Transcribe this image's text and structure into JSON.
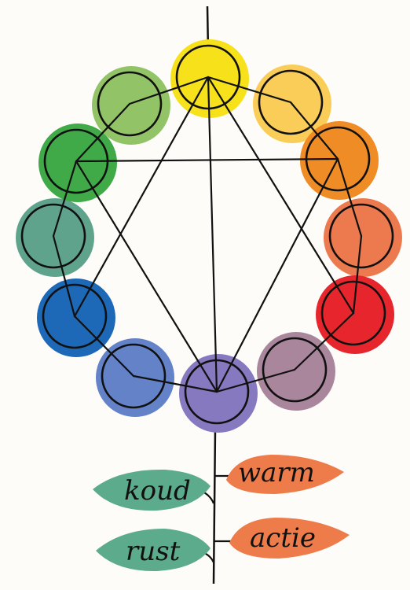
{
  "wheel": {
    "colors": [
      {
        "name": "yellow",
        "hex": "#f7e11a"
      },
      {
        "name": "yellow-orange",
        "hex": "#f9cd58"
      },
      {
        "name": "orange",
        "hex": "#ef8c25"
      },
      {
        "name": "red-orange",
        "hex": "#ed7a4e"
      },
      {
        "name": "red",
        "hex": "#e6262c"
      },
      {
        "name": "red-violet",
        "hex": "#a9869c"
      },
      {
        "name": "violet",
        "hex": "#8779c0"
      },
      {
        "name": "blue-violet",
        "hex": "#6482c8"
      },
      {
        "name": "blue",
        "hex": "#1d68b7"
      },
      {
        "name": "blue-green",
        "hex": "#5fa38d"
      },
      {
        "name": "green",
        "hex": "#3faa47"
      },
      {
        "name": "yellow-green",
        "hex": "#92c467"
      }
    ]
  },
  "leaves": {
    "koud": {
      "label": "koud",
      "color": "#5bab8c"
    },
    "warm": {
      "label": "warm",
      "color": "#ee7c4a"
    },
    "rust": {
      "label": "rust",
      "color": "#5bab8c"
    },
    "actie": {
      "label": "actie",
      "color": "#ee7c4a"
    }
  },
  "stroke_color": "#111111"
}
